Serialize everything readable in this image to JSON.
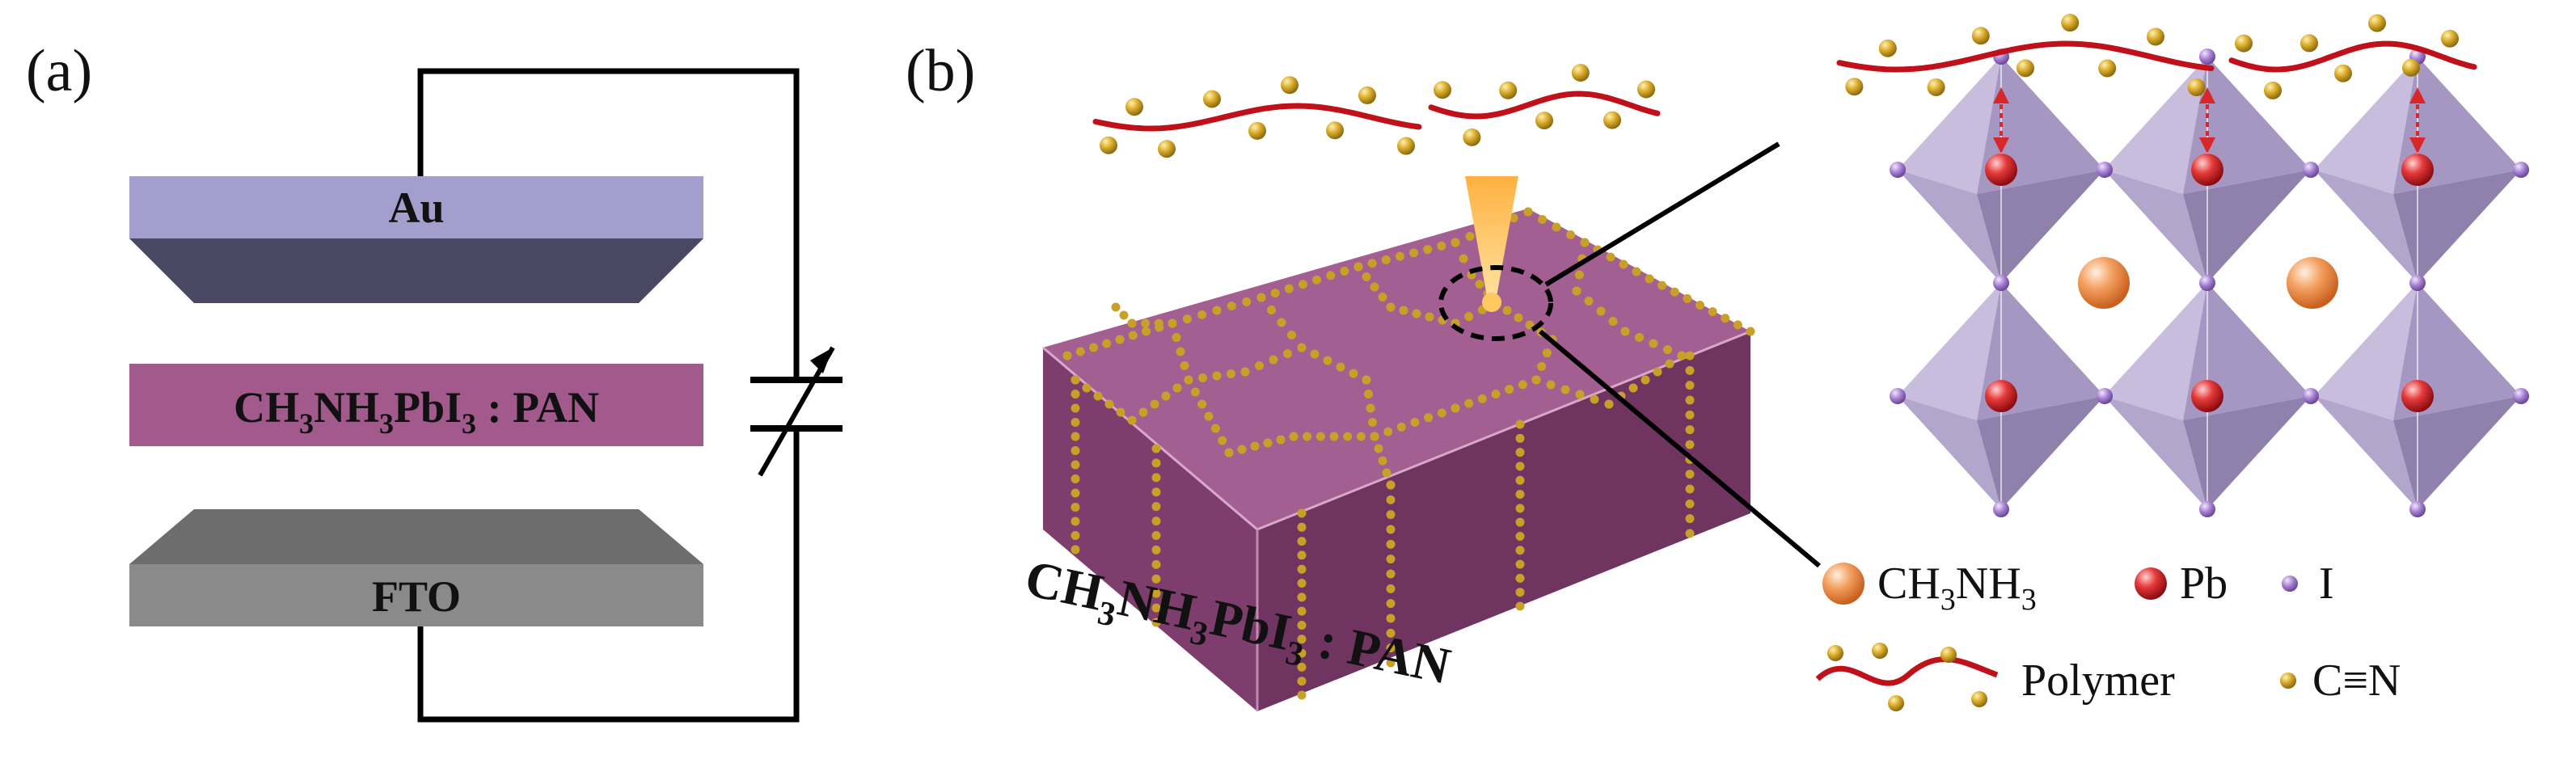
{
  "panel_a": {
    "label": "(a)",
    "layers": {
      "top_electrode": "Au",
      "active_layer": {
        "main": "CH",
        "s1": "3",
        "m2": "NH",
        "s2": "3",
        "m3": "PbI",
        "s3": "3",
        "tail": " : PAN"
      },
      "bottom_electrode": "FTO"
    }
  },
  "panel_b": {
    "label": "(b)",
    "film_label": {
      "main": "CH",
      "s1": "3",
      "m2": "NH",
      "s2": "3",
      "m3": "PbI",
      "s3": "3",
      "tail": " : PAN"
    },
    "legend": {
      "ch3nh3": {
        "main": "CH",
        "s1": "3",
        "m2": "NH",
        "s2": "3"
      },
      "pb": "Pb",
      "iodine": "I",
      "polymer": "Polymer",
      "cn": "C≡N"
    }
  },
  "colors": {
    "au_top": "#a39ecb",
    "au_side": "#4a4763",
    "active": "#a25a8c",
    "fto_top": "#6d6d6d",
    "fto_front": "#8a8a8a",
    "film_top": "#a35e92",
    "film_side": "#7d3e6d",
    "film_edge": "#6a2f5c",
    "grain_dot": "#c9a027",
    "polymer_line": "#c0101a",
    "probe": "#f29a2e",
    "octahedron": "#b5a7cc",
    "octahedron_dark": "#8f81ab",
    "iodine": "#9f79c8",
    "pb": "#d9262a",
    "ch3nh3": "#f09050"
  }
}
